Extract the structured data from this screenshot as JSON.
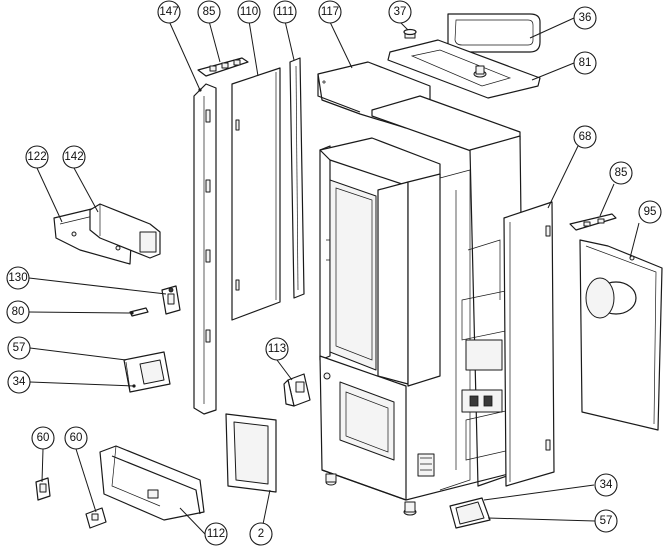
{
  "callouts": {
    "c147": "147",
    "c85_top": "85",
    "c110": "110",
    "c111": "111",
    "c117": "117",
    "c37": "37",
    "c36": "36",
    "c81": "81",
    "c122": "122",
    "c142": "142",
    "c68": "68",
    "c85_right": "85",
    "c95": "95",
    "c130": "130",
    "c80": "80",
    "c113": "113",
    "c57_left": "57",
    "c34_left": "34",
    "c60_a": "60",
    "c60_b": "60",
    "c112": "112",
    "c2": "2",
    "c34_bottom": "34",
    "c57_bottom": "57"
  }
}
